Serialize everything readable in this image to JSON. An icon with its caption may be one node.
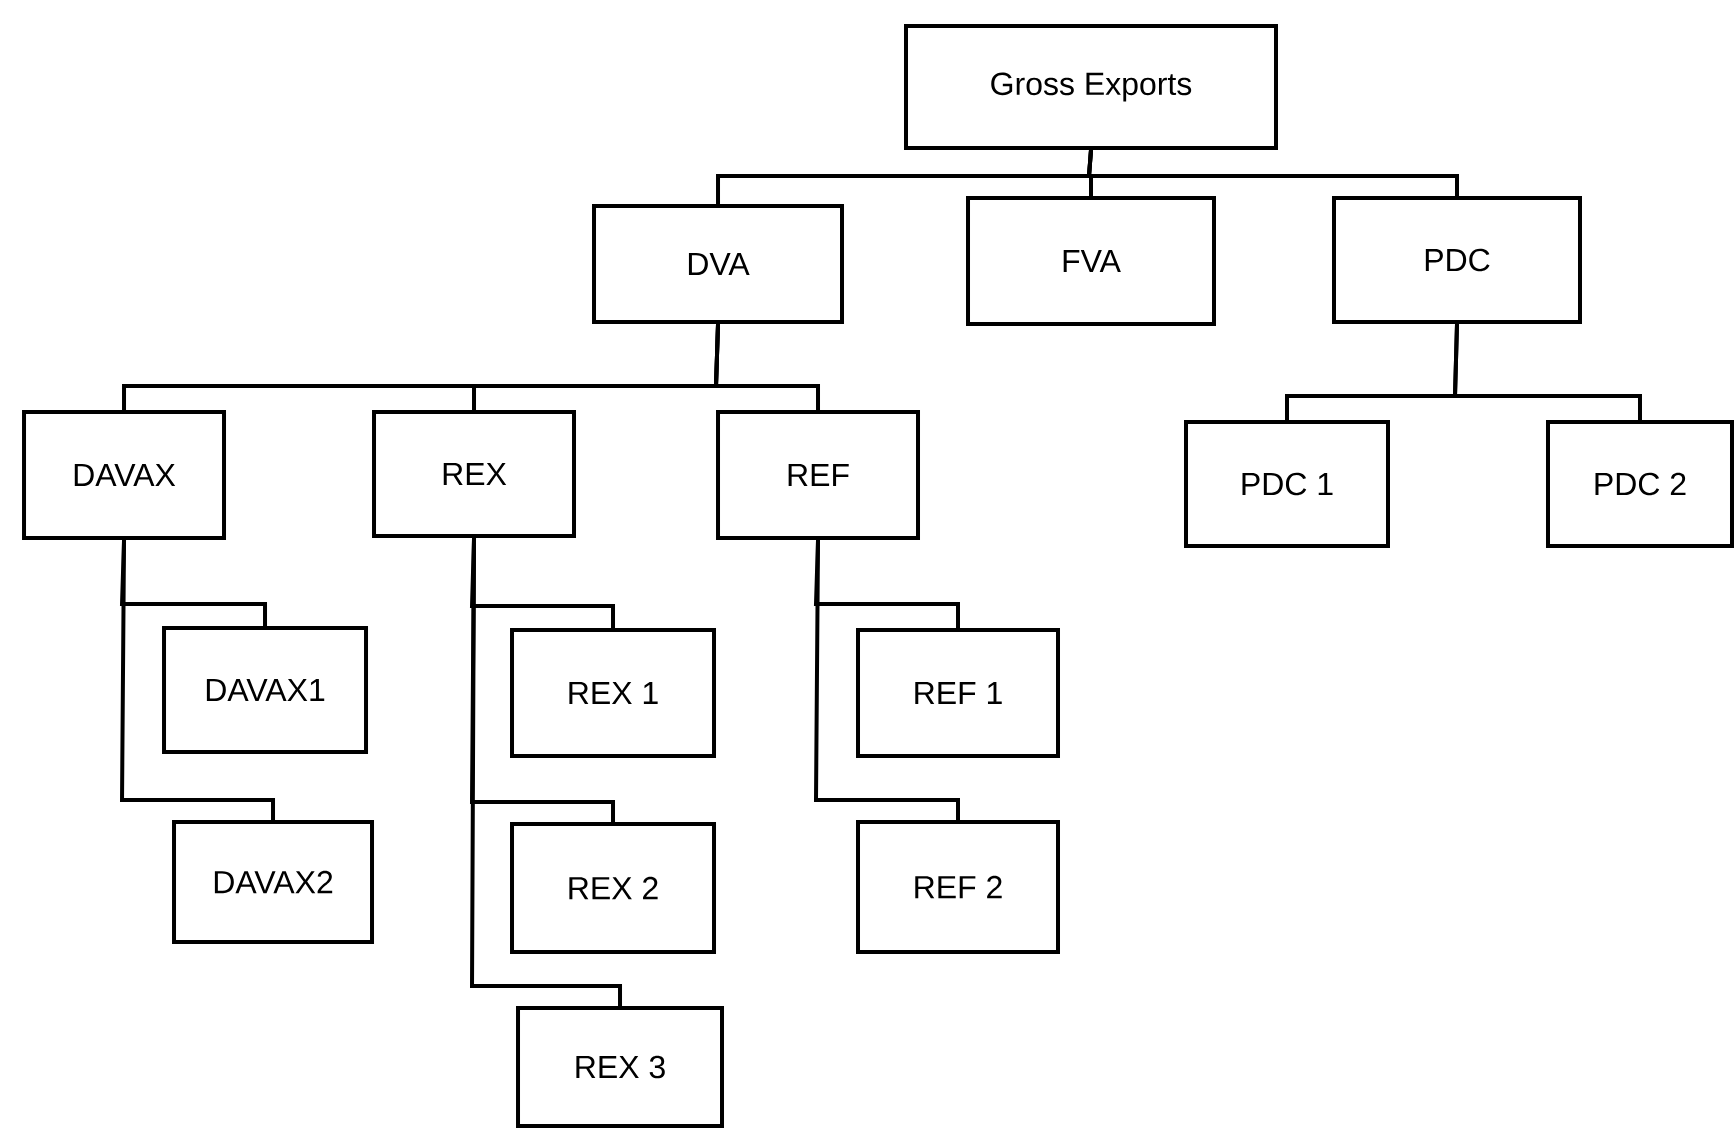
{
  "diagram": {
    "nodes": [
      {
        "text": [
          "Gross Exports"
        ]
      },
      {
        "text": [
          "DVA"
        ]
      },
      {
        "text": [
          "FVA"
        ]
      },
      {
        "text": [
          "PDC"
        ]
      },
      {
        "text": [
          "DAVAX"
        ]
      },
      {
        "text": [
          "REX"
        ]
      },
      {
        "text": [
          "REF"
        ]
      },
      {
        "text": [
          "PDC 1"
        ]
      },
      {
        "text": [
          "PDC 2"
        ]
      },
      {
        "text": [
          "DAVAX1"
        ]
      },
      {
        "text": [
          "DAVAX2"
        ]
      },
      {
        "text": [
          "REX 1"
        ]
      },
      {
        "text": [
          "REX 2"
        ]
      },
      {
        "text": [
          "REX 3"
        ]
      },
      {
        "text": [
          "REF 1"
        ]
      },
      {
        "text": [
          "REF 2"
        ]
      }
    ],
    "edges": [
      {
        "from": 0,
        "to": 1,
        "arrow": "none"
      },
      {
        "from": 0,
        "to": 2,
        "arrow": "none"
      },
      {
        "from": 0,
        "to": 3,
        "arrow": "none"
      },
      {
        "from": 1,
        "to": 4,
        "arrow": "none"
      },
      {
        "from": 1,
        "to": 5,
        "arrow": "none"
      },
      {
        "from": 1,
        "to": 6,
        "arrow": "none"
      },
      {
        "from": 3,
        "to": 7,
        "arrow": "none"
      },
      {
        "from": 3,
        "to": 8,
        "arrow": "none"
      },
      {
        "from": 4,
        "to": 9,
        "arrow": "none"
      },
      {
        "from": 4,
        "to": 10,
        "arrow": "none"
      },
      {
        "from": 5,
        "to": 11,
        "arrow": "none"
      },
      {
        "from": 5,
        "to": 12,
        "arrow": "none"
      },
      {
        "from": 5,
        "to": 13,
        "arrow": "none"
      },
      {
        "from": 6,
        "to": 14,
        "arrow": "none"
      },
      {
        "from": 6,
        "to": 15,
        "arrow": "none"
      }
    ]
  }
}
